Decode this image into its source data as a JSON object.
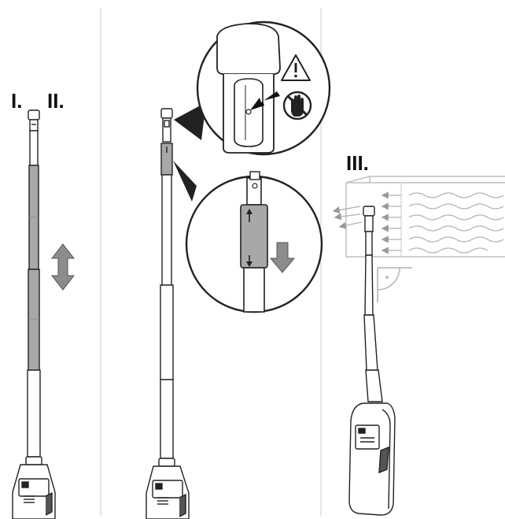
{
  "steps": {
    "step1": "I.",
    "step2": "II.",
    "step3": "III."
  },
  "icons": {
    "warning": "warning-triangle-icon",
    "no_touch": "no-touch-hand-icon",
    "extend": "double-arrow-icon",
    "push_down": "down-arrow-icon",
    "right_angle": "right-angle-icon",
    "airflow": "airflow-arrows"
  },
  "colors": {
    "stroke": "#222222",
    "highlight_segment": "#a8a8a8",
    "arrow_fill": "#8c8c8c",
    "duct_line": "#bdbdbd",
    "divider": "#d4d4d4"
  }
}
